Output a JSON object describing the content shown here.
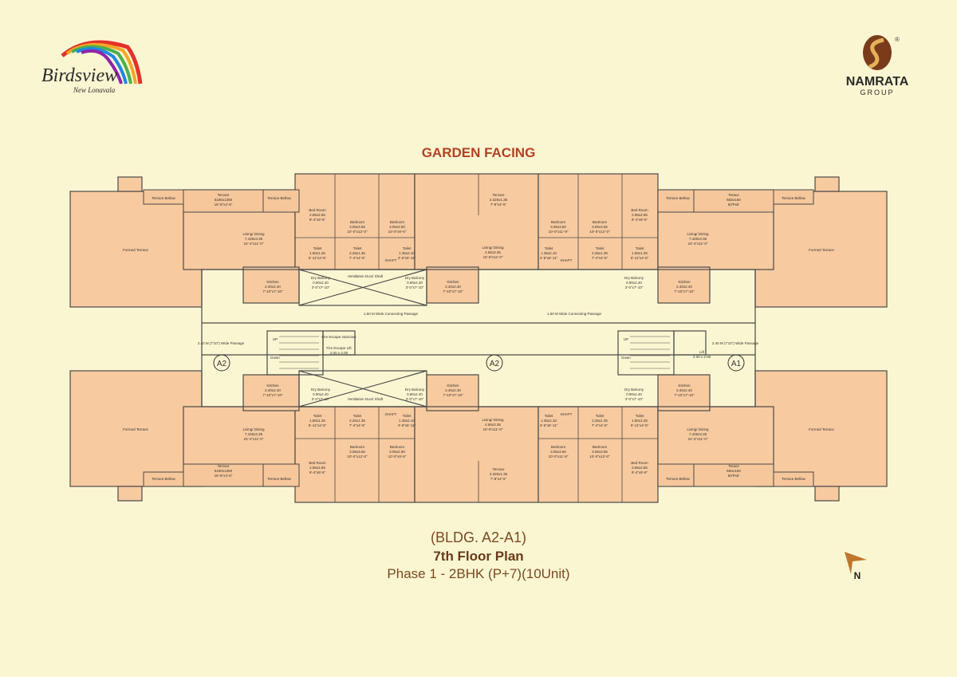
{
  "brand_left": {
    "name": "Birdsview",
    "tagline": "New Lonavala"
  },
  "brand_right": {
    "name": "NAMRATA",
    "sub": "GROUP",
    "mark": "®"
  },
  "heading": "GARDEN FACING",
  "caption": {
    "building": "(BLDG. A2-A1)",
    "floor": "7th Floor Plan",
    "phase": "Phase 1 - 2BHK (P+7)(10Unit)"
  },
  "north": "N",
  "colors": {
    "background": "#fbf6d2",
    "room_fill": "#f7caa0",
    "terrace_fill": "#f5c79b",
    "wall": "#4a4a4a",
    "heading": "#b34222"
  },
  "labels": {
    "formed_terrace": "Formed Terrace",
    "terrace_below": "Terrace Bellow",
    "terrace_a": "Terrace",
    "terrace_a_dim": "5180x1350",
    "terrace_a_ft": "16'-8\"x4'-5\"",
    "terrace_b": "Terace",
    "terrace_b_dim": "55Sx150",
    "terrace_b_ft": "50'Px5'",
    "terrace_c": "Terrace",
    "terrace_c_dim": "2.325x1.35",
    "terrace_c_ft": "7'-8\"x4'-5\"",
    "living": "Living/ Dining",
    "living_dim": "7.425x3.35",
    "living_ft": "24'-4\"x11'-0\"",
    "living2": "Living/ Dining",
    "living2_dim": "4.86x3.35",
    "living2_ft": "15'-6\"x11'-0\"",
    "bedroom": "Bedroom",
    "bedroom_dim": "3.05x3.65",
    "bedroom_ft": "10'-0\"x12'-0\"",
    "bedroom2_dim": "3.05x2.90",
    "bedroom2_ft": "10'-0\"x9'-6\"",
    "bedroom3_dim": "3.05x3.60",
    "bedroom3_ft": "10'-0\"x11'-9\"",
    "bed_room": "Bed Room",
    "bed_room_dim": "2.85x2.85",
    "bed_room_ft": "9'-4\"x9'-6\"",
    "toilet": "Toilet",
    "toilet_dim": "1.80x1.25",
    "toilet_ft": "5'-11\"x4'-5\"",
    "toilet2_dim": "2.25x1.35",
    "toilet2_ft": "7'-4\"x4'-5\"",
    "toilet3_dim": "1.35x2.10",
    "toilet3_ft": "4'-5\"x6'-11\"",
    "kitchen": "Kitchen",
    "kitchen_dim": "2.40x2.40",
    "kitchen_ft": "7'-10\"x7'-10\"",
    "dry_balcony": "Dry Balcony",
    "dry_balcony_dim": "0.90x2.40",
    "dry_balcony_ft": "3'-0\"x7'-10\"",
    "ventilation": "Ventilation Duct/ Shaft",
    "shaft": "SHAFT",
    "connecting": "1.50 M Wide Connecting Passage",
    "wide_passage": "2.40 M (7'10\") Wide Passage",
    "lift": "Lift",
    "lift_dim": "2.00 x 2.00",
    "fire_escape_lift": "Fire Escape Lift",
    "fire_escape_lift_dim": "2.00 x 2.00",
    "fire_escape_staircase": "Fire Escape staircase",
    "up": "UP",
    "down": "Down",
    "wing_a2": "A2",
    "wing_a1": "A1"
  }
}
